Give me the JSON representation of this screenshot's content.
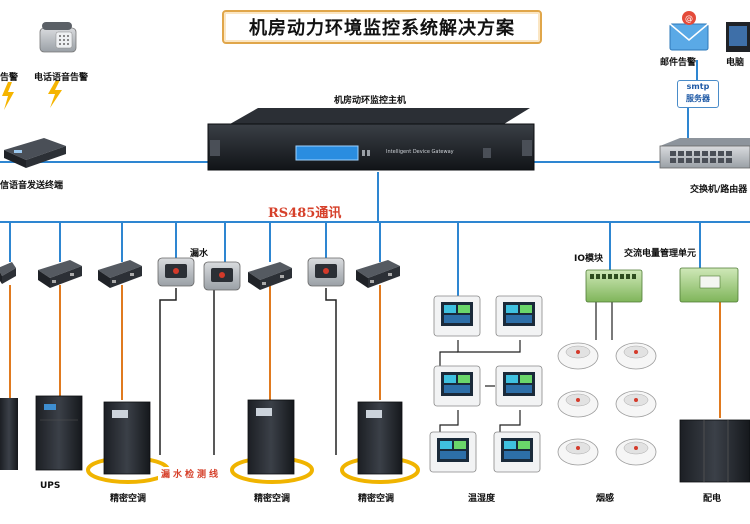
{
  "title": "机房动力环境监控系统解决方案",
  "host_label": "机房动环监控主机",
  "host_panel_text": "Intelligent Device Gateway",
  "bus_label": "RS485通讯",
  "top_left": {
    "alarm_a": "告警",
    "phone_alarm": "电话语音告警",
    "voice_terminal": "信语音发送终端"
  },
  "top_right": {
    "email_alarm": "邮件告警",
    "computer": "电脑",
    "smtp_line1": "smtp",
    "smtp_line2": "服务器",
    "switch": "交换机/路由器"
  },
  "devices": {
    "water": "漏水",
    "io_module": "IO模块",
    "ac_power_unit": "交流电量管理单元"
  },
  "bottom": {
    "ups": "UPS",
    "ac1": "精密空调",
    "ac2": "精密空调",
    "ac3": "精密空调",
    "leak_line": "漏水检测线",
    "temp_humidity": "温湿度",
    "smoke": "烟感",
    "power_dist": "配电"
  },
  "colors": {
    "bus_line": "#2e86d1",
    "power_line": "#e07a1f",
    "bus_label": "#d6402a",
    "title_border": "#e0a64a"
  }
}
